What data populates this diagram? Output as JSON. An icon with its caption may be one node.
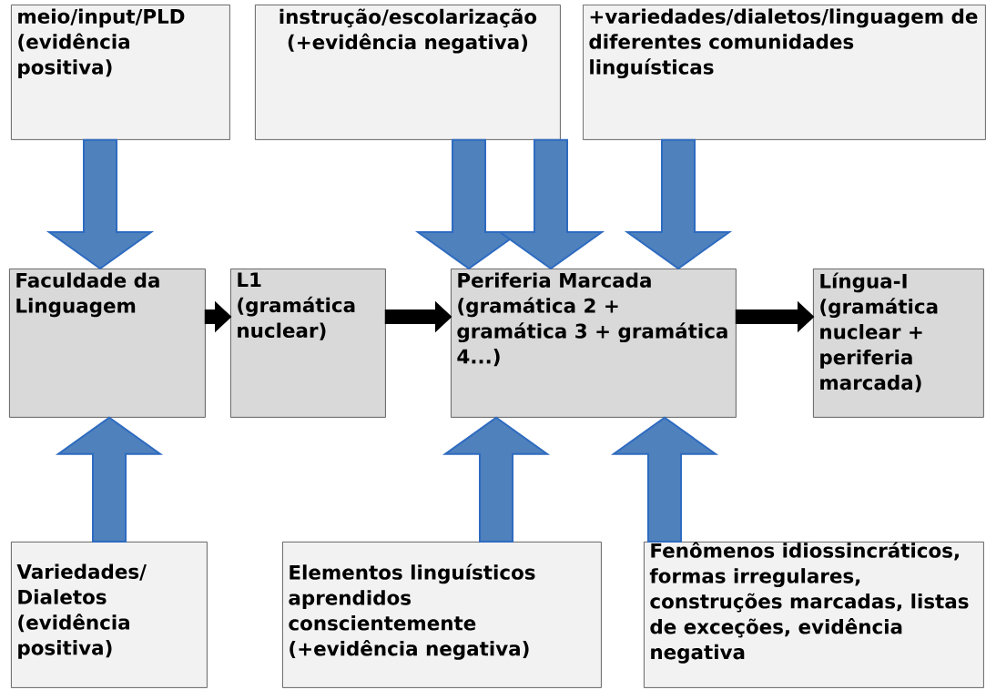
{
  "diagram": {
    "nodes": [
      {
        "text": [
          "meio/input/PLD (evidência positiva)"
        ]
      },
      {
        "text": [
          "instrução/escolarização (+evidência negativa)"
        ]
      },
      {
        "text": [
          "+variedades/dialetos/linguagem de diferentes comunidades linguísticas"
        ]
      },
      {
        "text": [
          "Faculdade da Linguagem"
        ]
      },
      {
        "text": [
          "L1 (gramática nuclear)"
        ]
      },
      {
        "text": [
          "Periferia Marcada (gramática 2 + gramática 3 + gramática 4...)"
        ]
      },
      {
        "text": [
          "Língua-I (gramática nuclear + periferia marcada)"
        ]
      },
      {
        "text": [
          "Variedades/ Dialetos (evidência positiva)"
        ]
      },
      {
        "text": [
          "Elementos linguísticos aprendidos conscientemente (+evidência negativa)"
        ]
      },
      {
        "text": [
          "Fenômenos idiossincráticos, formas irregulares, construções marcadas, listas de exceções, evidência negativa"
        ]
      }
    ],
    "edges": [
      {
        "from": 0,
        "to": 3,
        "arrow": "to"
      },
      {
        "from": 1,
        "to": 5,
        "arrow": "to"
      },
      {
        "from": 1,
        "to": 5,
        "arrow": "to"
      },
      {
        "from": 2,
        "to": 5,
        "arrow": "to"
      },
      {
        "from": 3,
        "to": 4,
        "arrow": "to",
        "color": "#000000"
      },
      {
        "from": 4,
        "to": 5,
        "arrow": "to",
        "color": "#000000"
      },
      {
        "from": 5,
        "to": 6,
        "arrow": "to",
        "color": "#000000"
      },
      {
        "from": 7,
        "to": 3,
        "arrow": "to"
      },
      {
        "from": 8,
        "to": 5,
        "arrow": "to"
      },
      {
        "from": 9,
        "to": 5,
        "arrow": "to"
      }
    ]
  }
}
